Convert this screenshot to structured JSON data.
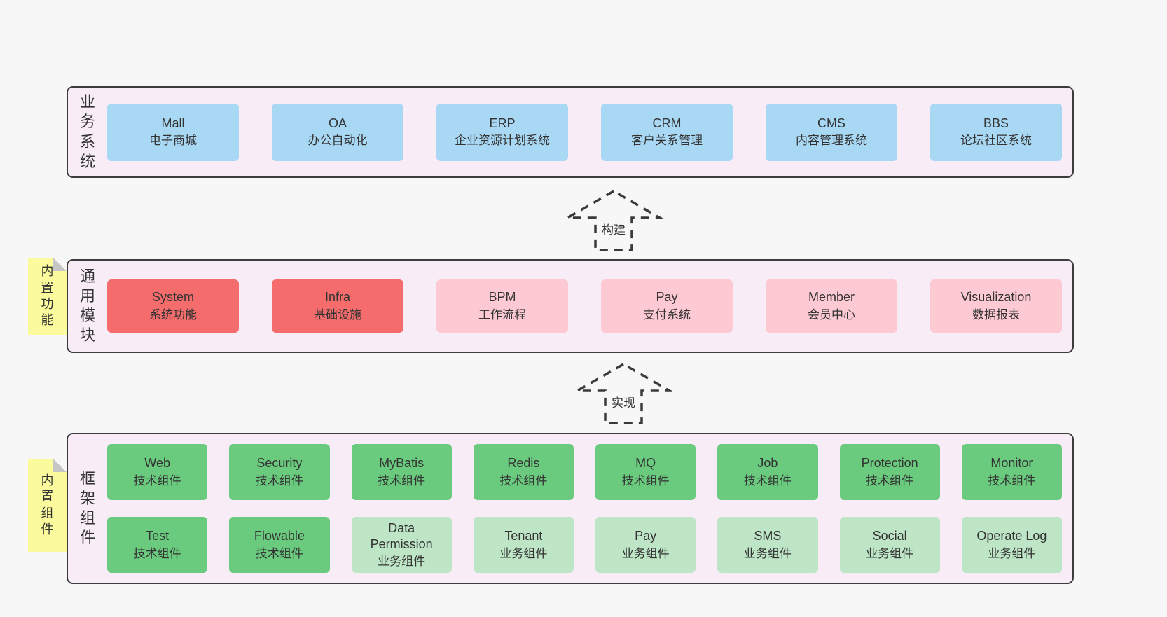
{
  "colors": {
    "page_bg": "#f7f7f7",
    "panel_bg": "#f8edf6",
    "panel_border": "#3d3d3d",
    "blue_box": "#a9d8f4",
    "red_box": "#f56c6c",
    "pink_box": "#fdc9d3",
    "green_dark_box": "#6aca7e",
    "green_light_box": "#bde5c6",
    "sticky_yellow": "#fbfb9d",
    "sticky_fold": "#c6c6c6",
    "text": "#333333"
  },
  "business": {
    "side_label": "业务系统",
    "boxes": [
      {
        "title": "Mall",
        "subtitle": "电子商城"
      },
      {
        "title": "OA",
        "subtitle": "办公自动化"
      },
      {
        "title": "ERP",
        "subtitle": "企业资源计划系统"
      },
      {
        "title": "CRM",
        "subtitle": "客户关系管理"
      },
      {
        "title": "CMS",
        "subtitle": "内容管理系统"
      },
      {
        "title": "BBS",
        "subtitle": "论坛社区系统"
      }
    ]
  },
  "arrow_build": {
    "label": "构建"
  },
  "modules": {
    "side_label": "通用模块",
    "sticky_label": "内置功能",
    "boxes": [
      {
        "title": "System",
        "subtitle": "系统功能"
      },
      {
        "title": "Infra",
        "subtitle": "基础设施"
      },
      {
        "title": "BPM",
        "subtitle": "工作流程"
      },
      {
        "title": "Pay",
        "subtitle": "支付系统"
      },
      {
        "title": "Member",
        "subtitle": "会员中心"
      },
      {
        "title": "Visualization",
        "subtitle": "数据报表"
      }
    ]
  },
  "arrow_implement": {
    "label": "实现"
  },
  "framework": {
    "side_label": "框架组件",
    "sticky_label": "内置组件",
    "row1": [
      {
        "title": "Web",
        "subtitle": "技术组件"
      },
      {
        "title": "Security",
        "subtitle": "技术组件"
      },
      {
        "title": "MyBatis",
        "subtitle": "技术组件"
      },
      {
        "title": "Redis",
        "subtitle": "技术组件"
      },
      {
        "title": "MQ",
        "subtitle": "技术组件"
      },
      {
        "title": "Job",
        "subtitle": "技术组件"
      },
      {
        "title": "Protection",
        "subtitle": "技术组件"
      },
      {
        "title": "Monitor",
        "subtitle": "技术组件"
      }
    ],
    "row2": [
      {
        "title": "Test",
        "subtitle": "技术组件"
      },
      {
        "title": "Flowable",
        "subtitle": "技术组件"
      },
      {
        "title": "Data Permission",
        "subtitle": "业务组件"
      },
      {
        "title": "Tenant",
        "subtitle": "业务组件"
      },
      {
        "title": "Pay",
        "subtitle": "业务组件"
      },
      {
        "title": "SMS",
        "subtitle": "业务组件"
      },
      {
        "title": "Social",
        "subtitle": "业务组件"
      },
      {
        "title": "Operate Log",
        "subtitle": "业务组件"
      }
    ]
  }
}
